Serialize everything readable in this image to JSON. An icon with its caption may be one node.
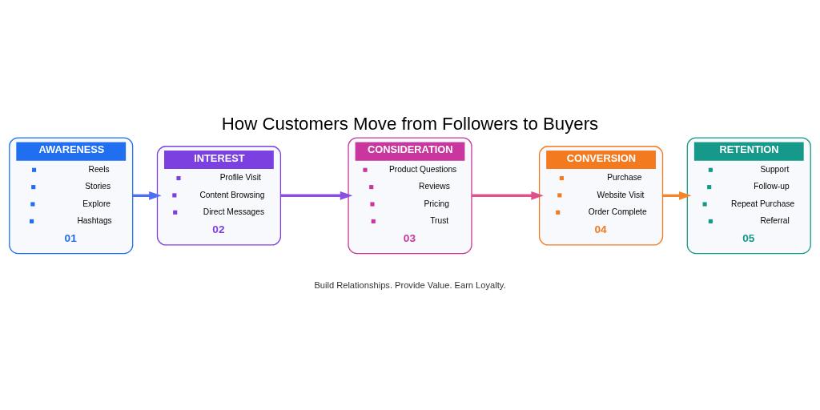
{
  "diagram": {
    "title": "How Customers Move from Followers to Buyers",
    "nodes": [
      {
        "text": [
          "AWARENESS",
          "Reels",
          "Stories",
          "Explore",
          "Hashtags",
          "01"
        ]
      },
      {
        "text": [
          "INTEREST",
          "Profile Visit",
          "Content Browsing",
          "Direct Messages",
          "02"
        ]
      },
      {
        "text": [
          "CONSIDERATION",
          "Product Questions",
          "Reviews",
          "Pricing",
          "Trust",
          "03"
        ]
      },
      {
        "text": [
          "CONVERSION",
          "Purchase",
          "Website Visit",
          "Order Complete",
          "04"
        ]
      },
      {
        "text": [
          "RETENTION",
          "Support",
          "Follow-up",
          "Repeat Purchase",
          "Referral",
          "05"
        ]
      }
    ],
    "edges": [
      {
        "from": 0,
        "to": 1,
        "arrow": "to",
        "color": "#4f6df5"
      },
      {
        "from": 1,
        "to": 2,
        "arrow": "to",
        "color": "#8a4fe0"
      },
      {
        "from": 2,
        "to": 3,
        "arrow": "to",
        "color": "#e0508f"
      },
      {
        "from": 3,
        "to": 4,
        "arrow": "to",
        "color": "#f5842a"
      }
    ],
    "labels": [
      "Build Relationships. Provide Value. Earn Loyalty."
    ]
  }
}
